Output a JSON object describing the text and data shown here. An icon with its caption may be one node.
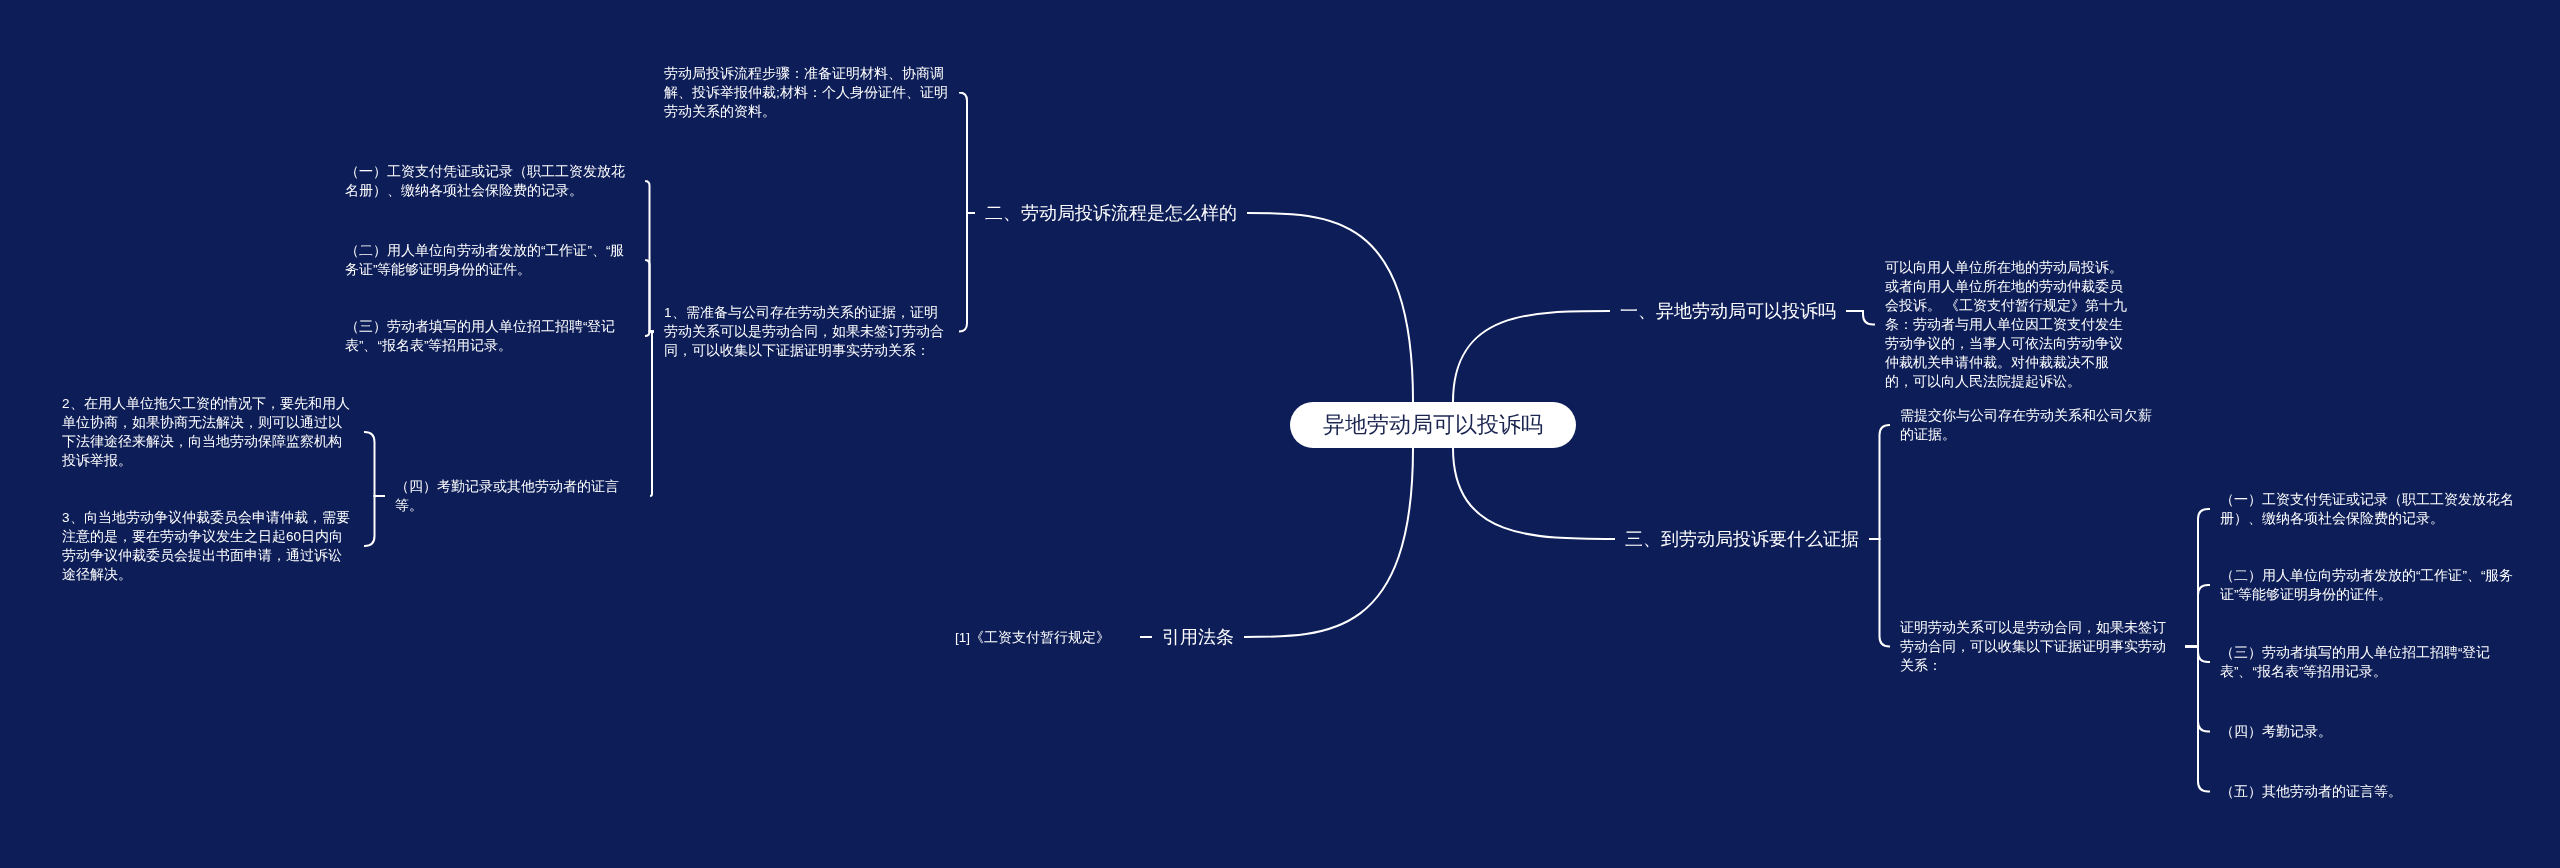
{
  "diagram": {
    "nodes": [
      {
        "text": [
          "异地劳动局可以投诉吗"
        ]
      },
      {
        "text": [
          "一、异地劳动局可以投诉吗"
        ]
      },
      {
        "text": [
          "可以向用人单位所在地的劳动局投诉。或者向用人单位所在地的劳动仲裁委员会投诉。 《工资支付暂行规定》第十九条：劳动者与用人单位因工资支付发生劳动争议的，当事人可依法向劳动争议仲裁机关申请仲裁。对仲裁裁决不服的，可以向人民法院提起诉讼。"
        ]
      },
      {
        "text": [
          "二、劳动局投诉流程是怎么样的"
        ]
      },
      {
        "text": [
          "劳动局投诉流程步骤：准备证明材料、协商调解、投诉举报仲裁;材料：个人身份证件、证明劳动关系的资料。"
        ]
      },
      {
        "text": [
          "1、需准备与公司存在劳动关系的证据，证明劳动关系可以是劳动合同，如果未签订劳动合同，可以收集以下证据证明事实劳动关系："
        ]
      },
      {
        "text": [
          "（一）工资支付凭证或记录（职工工资发放花名册）、缴纳各项社会保险费的记录。"
        ]
      },
      {
        "text": [
          "（二）用人单位向劳动者发放的“工作证”、“服务证”等能够证明身份的证件。"
        ]
      },
      {
        "text": [
          "（三）劳动者填写的用人单位招工招聘“登记表”、“报名表”等招用记录。"
        ]
      },
      {
        "text": [
          "（四）考勤记录或其他劳动者的证言等。"
        ]
      },
      {
        "text": [
          "2、在用人单位拖欠工资的情况下，要先和用人单位协商，如果协商无法解决，则可以通过以下法律途径来解决，向当地劳动保障监察机构投诉举报。"
        ]
      },
      {
        "text": [
          "3、向当地劳动争议仲裁委员会申请仲裁，需要注意的是，要在劳动争议发生之日起60日内向劳动争议仲裁委员会提出书面申请，通过诉讼途径解决。"
        ]
      },
      {
        "text": [
          "三、到劳动局投诉要什么证据"
        ]
      },
      {
        "text": [
          "需提交你与公司存在劳动关系和公司欠薪的证据。"
        ]
      },
      {
        "text": [
          "证明劳动关系可以是劳动合同，如果未签订劳动合同，可以收集以下证据证明事实劳动关系："
        ]
      },
      {
        "text": [
          "（一）工资支付凭证或记录（职工工资发放花名册）、缴纳各项社会保险费的记录。"
        ]
      },
      {
        "text": [
          "（二）用人单位向劳动者发放的“工作证”、“服务证”等能够证明身份的证件。"
        ]
      },
      {
        "text": [
          "（三）劳动者填写的用人单位招工招聘“登记表”、“报名表”等招用记录。"
        ]
      },
      {
        "text": [
          "（四）考勤记录。"
        ]
      },
      {
        "text": [
          "（五）其他劳动者的证言等。"
        ]
      },
      {
        "text": [
          "引用法条"
        ]
      },
      {
        "text": [
          "[1]《工资支付暂行规定》"
        ]
      }
    ],
    "edges": [
      {
        "from": 0,
        "to": 1,
        "arrow": "none"
      },
      {
        "from": 1,
        "to": 2,
        "arrow": "none"
      },
      {
        "from": 0,
        "to": 3,
        "arrow": "none"
      },
      {
        "from": 3,
        "to": 4,
        "arrow": "none"
      },
      {
        "from": 3,
        "to": 5,
        "arrow": "none"
      },
      {
        "from": 5,
        "to": 6,
        "arrow": "none"
      },
      {
        "from": 5,
        "to": 7,
        "arrow": "none"
      },
      {
        "from": 5,
        "to": 8,
        "arrow": "none"
      },
      {
        "from": 5,
        "to": 9,
        "arrow": "none"
      },
      {
        "from": 9,
        "to": 10,
        "arrow": "none"
      },
      {
        "from": 9,
        "to": 11,
        "arrow": "none"
      },
      {
        "from": 0,
        "to": 12,
        "arrow": "none"
      },
      {
        "from": 12,
        "to": 13,
        "arrow": "none"
      },
      {
        "from": 12,
        "to": 14,
        "arrow": "none"
      },
      {
        "from": 14,
        "to": 15,
        "arrow": "none"
      },
      {
        "from": 14,
        "to": 16,
        "arrow": "none"
      },
      {
        "from": 14,
        "to": 17,
        "arrow": "none"
      },
      {
        "from": 14,
        "to": 18,
        "arrow": "none"
      },
      {
        "from": 14,
        "to": 19,
        "arrow": "none"
      },
      {
        "from": 0,
        "to": 20,
        "arrow": "none"
      },
      {
        "from": 20,
        "to": 21,
        "arrow": "none"
      }
    ]
  }
}
